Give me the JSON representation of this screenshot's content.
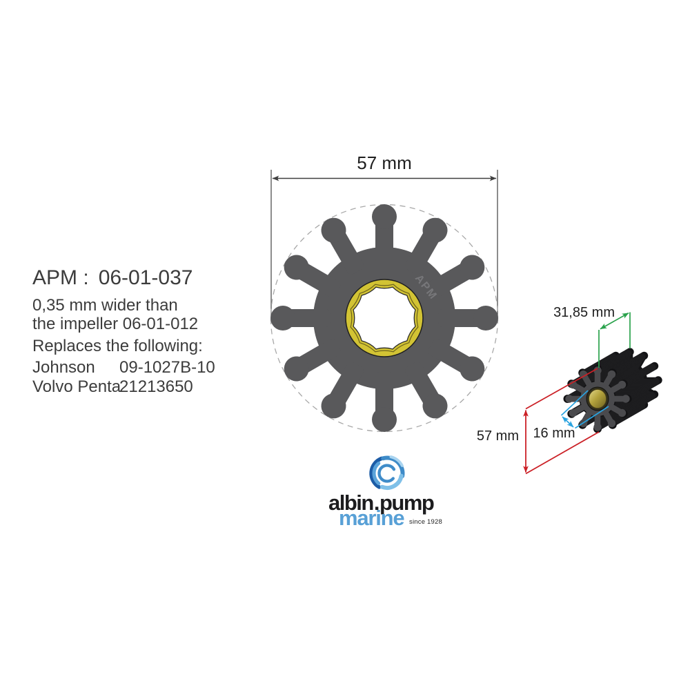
{
  "product": {
    "apm_label": "APM :",
    "apm_code": "06-01-037",
    "note_line1": "0,35 mm wider than",
    "note_line2": "the impeller 06-01-012",
    "replaces_heading": "Replaces the following:",
    "replacements": [
      {
        "brand": "Johnson",
        "part": "09-1027B-10"
      },
      {
        "brand": "Volvo Penta",
        "part": "21213650"
      }
    ]
  },
  "dimensions": {
    "top_diameter": "57 mm",
    "side_width": "31,85 mm",
    "side_diameter": "57 mm",
    "side_bore": "16 mm"
  },
  "watermark": "APM",
  "logo": {
    "word1": "albin",
    "separator": ".",
    "word2": "pump",
    "word3": "marine",
    "tagline": "since 1928"
  },
  "colors": {
    "impeller_body": "#59595b",
    "impeller_side_front": "#4a4a4d",
    "impeller_side_dark": "#1d1d1f",
    "brass": "#d2c334",
    "dimension_green": "#2aa24c",
    "dimension_red": "#cb2026",
    "dimension_blue": "#29a3e0",
    "logo_blue": "#58a0d6",
    "text_dark": "#3c3c3c"
  }
}
